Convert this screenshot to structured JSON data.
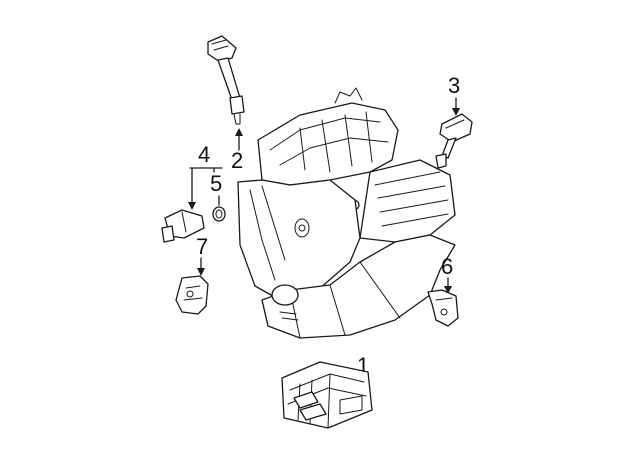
{
  "callouts": [
    {
      "id": "1",
      "text": "1"
    },
    {
      "id": "2",
      "text": "2"
    },
    {
      "id": "3",
      "text": "3"
    },
    {
      "id": "4",
      "text": "4"
    },
    {
      "id": "5",
      "text": "5"
    },
    {
      "id": "6",
      "text": "6"
    },
    {
      "id": "7",
      "text": "7"
    }
  ],
  "colors": {
    "ink": "#1a1a1a",
    "background": "#ffffff"
  }
}
